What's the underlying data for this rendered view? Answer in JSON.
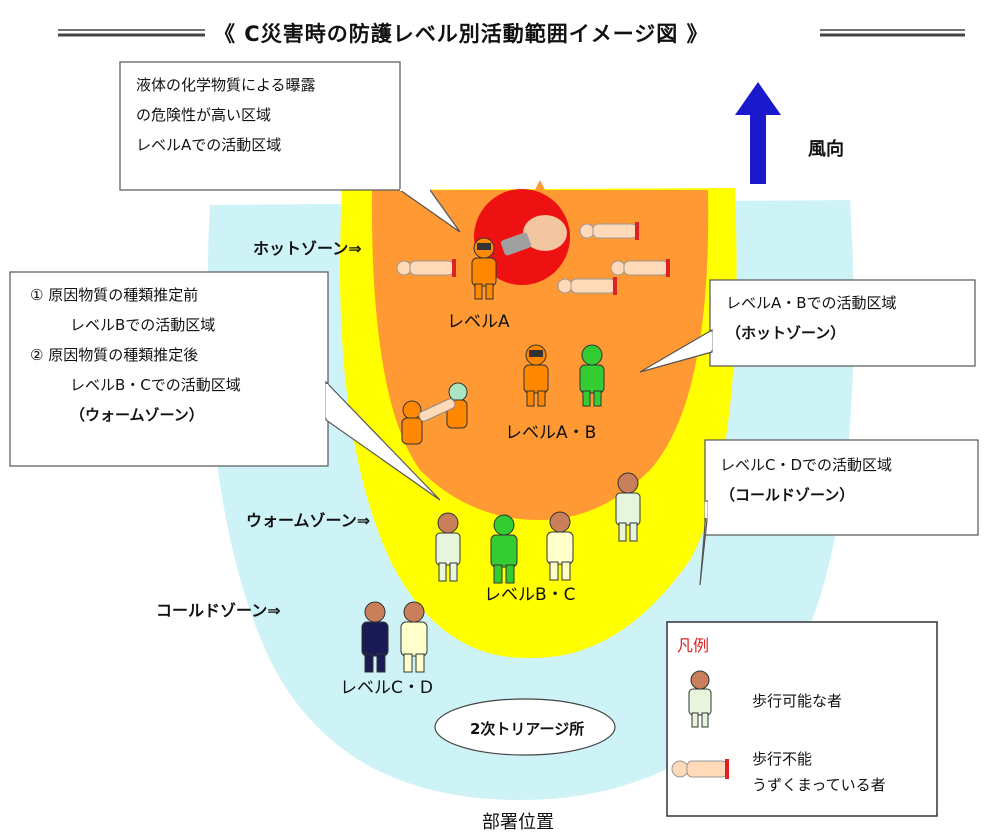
{
  "title": "《 C災害時の防護レベル別活動範囲イメージ図 》",
  "wind": {
    "label": "風向",
    "icon": "arrow-up-icon",
    "color": "#1a1acc"
  },
  "zones": {
    "hot": "ホットゾーン⇒",
    "warm": "ウォームゾーン⇒",
    "cold": "コールドゾーン⇒"
  },
  "levels": {
    "a": "レベルA",
    "ab": "レベルA・B",
    "bc": "レベルB・C",
    "cd": "レベルC・D"
  },
  "callouts": {
    "liquid": [
      "液体の化学物質による曝露",
      "の危険性が高い区域",
      "レベルAでの活動区域"
    ],
    "hot_zone": [
      "レベルA・Bでの活動区域",
      "（ホットゾーン）"
    ],
    "warm_zone": [
      "① 原因物質の種類推定前",
      "レベルBでの活動区域",
      "② 原因物質の種類推定後",
      "レベルB・Cでの活動区域",
      "（ウォームゾーン）"
    ],
    "cold_zone": [
      "レベルC・Dでの活動区域",
      "（コールドゾーン）"
    ]
  },
  "triage": "2次トリアージ所",
  "headquarters": "部署位置",
  "legend": {
    "title": "凡例",
    "walking": "歩行可能な者",
    "non_walking_1": "歩行不能",
    "non_walking_2": "うずくまっている者"
  },
  "colors": {
    "cold_zone": "#cdf3f7",
    "warm_zone": "#ffff00",
    "hot_zone": "#ff9933",
    "contamination": "#ee1111",
    "level_a_suit": "#ff8800",
    "level_b_suit": "#33cc33",
    "level_c_suit": "#ffffcc",
    "level_d_suit": "#1a1a55",
    "walking_person": "#e6f5dc",
    "non_walking_person": "#ffd9b8"
  }
}
